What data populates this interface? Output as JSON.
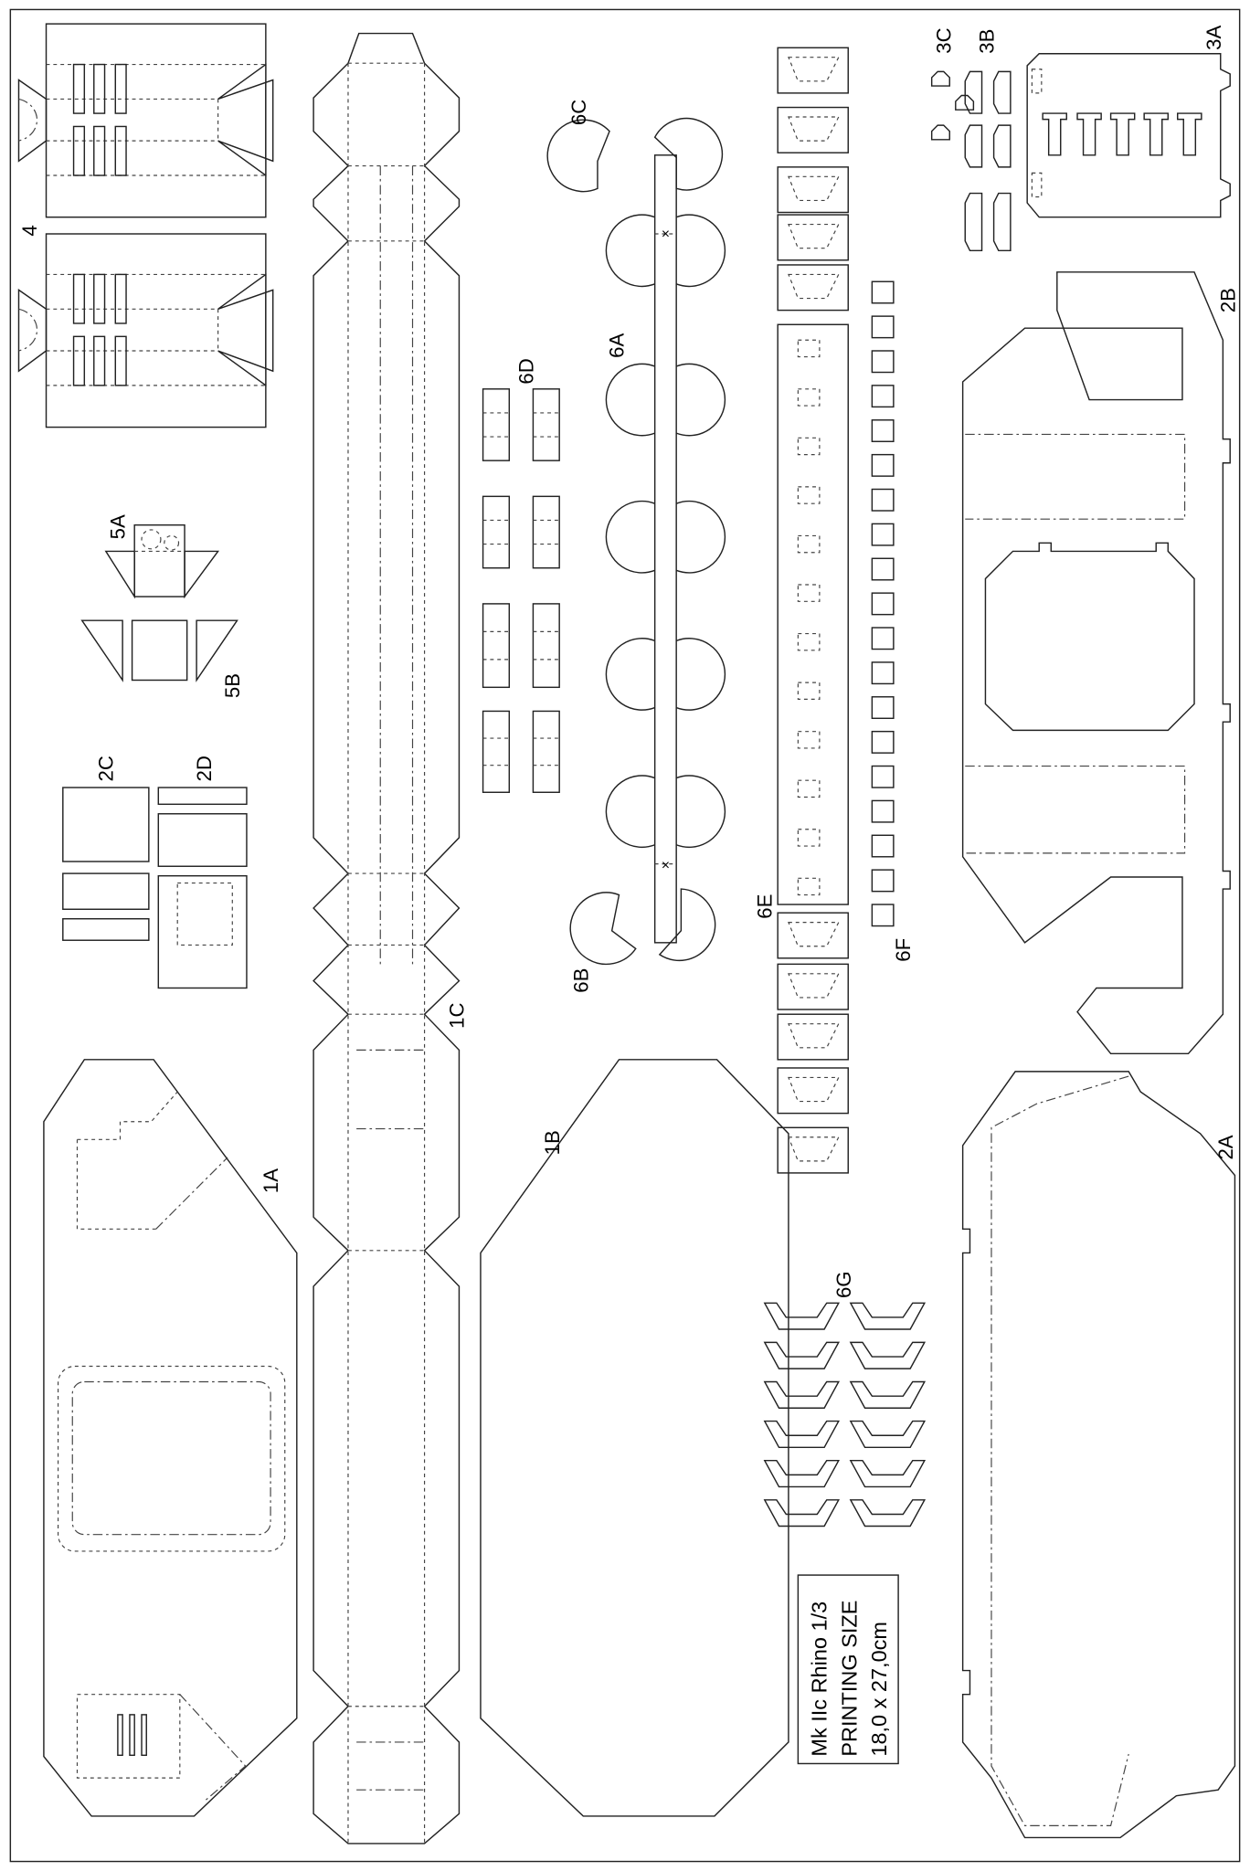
{
  "labels": {
    "part4": "4",
    "part5A": "5A",
    "part5B": "5B",
    "part2C": "2C",
    "part2D": "2D",
    "part1A": "1A",
    "part1B": "1B",
    "part1C": "1C",
    "part6A": "6A",
    "part6B": "6B",
    "part6C": "6C",
    "part6D": "6D",
    "part6E": "6E",
    "part6F": "6F",
    "part6G": "6G",
    "part3A": "3A",
    "part3B": "3B",
    "part3C": "3C",
    "part2A": "2A",
    "part2B": "2B"
  },
  "info_box": {
    "line1": "Mk IIc Rhino 1/3",
    "line2": "PRINTING SIZE",
    "line3": "18,0 x 27,0cm"
  }
}
